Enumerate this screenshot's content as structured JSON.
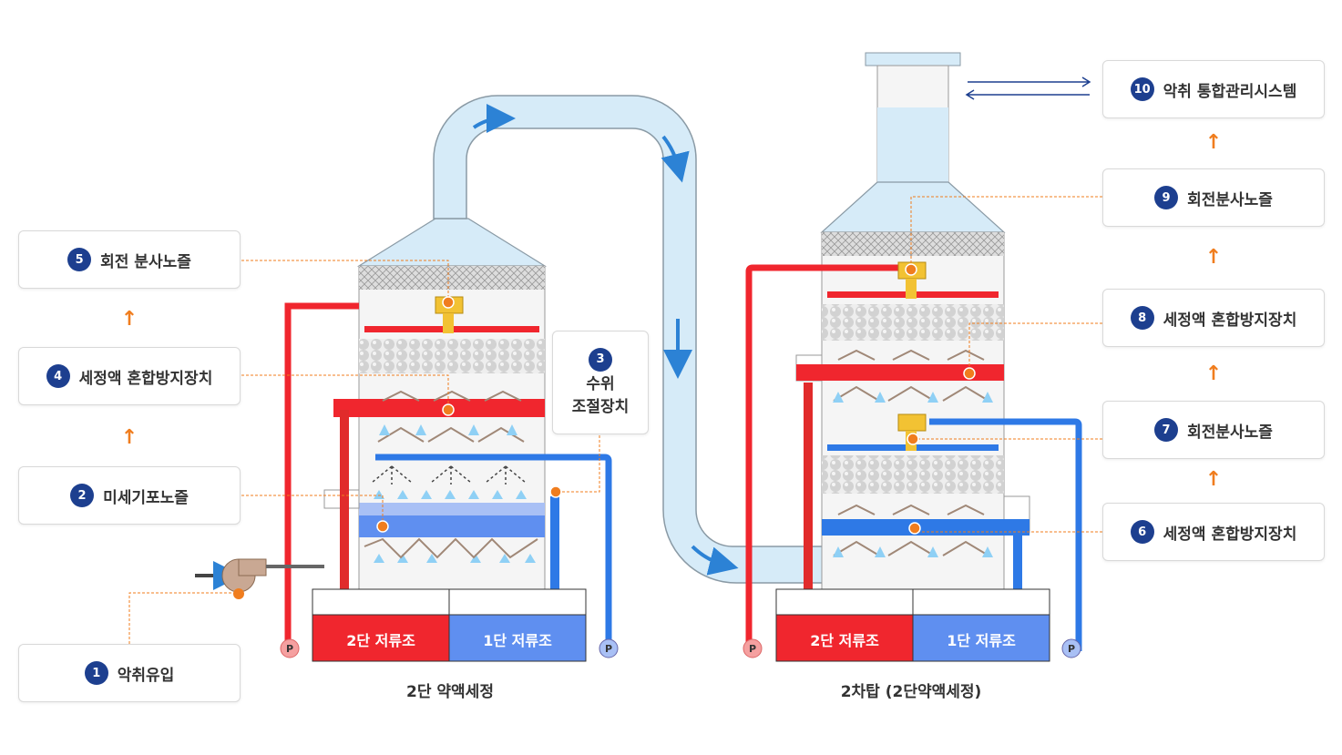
{
  "labels": {
    "l1": {
      "num": "1",
      "text": "악취유입"
    },
    "l2": {
      "num": "2",
      "text": "미세기포노즐"
    },
    "l3": {
      "num": "3",
      "line1": "수위",
      "line2": "조절장치"
    },
    "l4": {
      "num": "4",
      "text": "세정액 혼합방지장치"
    },
    "l5": {
      "num": "5",
      "text": "회전 분사노즐"
    },
    "l6": {
      "num": "6",
      "text": "세정액 혼합방지장치"
    },
    "l7": {
      "num": "7",
      "text": "회전분사노즐"
    },
    "l8": {
      "num": "8",
      "text": "세정액 혼합방지장치"
    },
    "l9": {
      "num": "9",
      "text": "회전분사노즐"
    },
    "l10": {
      "num": "10",
      "text": "악취 통합관리시스템"
    }
  },
  "tanks": {
    "left_stage2": "2단 저류조",
    "left_stage1": "1단 저류조",
    "right_stage2": "2단 저류조",
    "right_stage1": "1단 저류조"
  },
  "captions": {
    "left": "2단 약액세정",
    "right": "2차탑 (2단약액세정)"
  },
  "pump_letter": "P",
  "colors": {
    "red": "#f0262e",
    "blue": "#2e79e6",
    "light_blue": "#5f8ff0",
    "duct": "#d6ebf8",
    "badge": "#1d3f8f",
    "arrow_orange": "#f07d1e",
    "nozzle_yellow": "#f2c233"
  }
}
